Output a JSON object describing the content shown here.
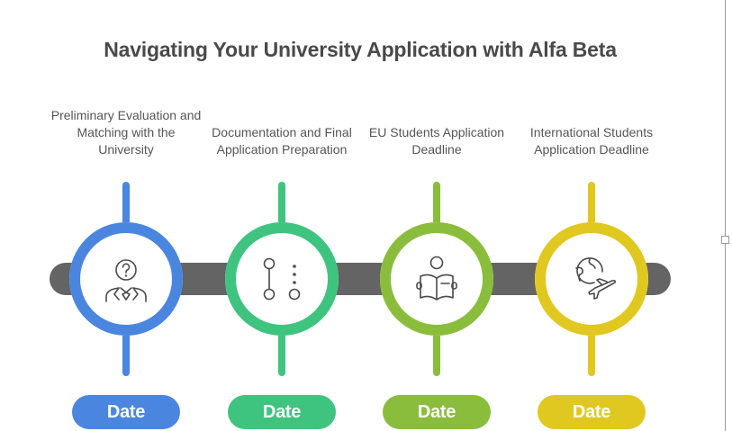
{
  "title": "Navigating Your University Application with Alfa Beta",
  "colors": {
    "bar": "#646464",
    "icon_stroke": "#4a4a4a",
    "step1": "#4a86e0",
    "step2": "#3fc480",
    "step3": "#8bbd3c",
    "step4": "#e0c820"
  },
  "steps": [
    {
      "label": "Preliminary Evaluation and Matching with the University",
      "icon": "person-question-icon",
      "date_label": "Date",
      "color": "#4a86e0"
    },
    {
      "label": "Documentation and Final Application Preparation",
      "icon": "process-steps-icon",
      "date_label": "Date",
      "color": "#3fc480"
    },
    {
      "label": "EU Students Application Deadline",
      "icon": "student-reading-icon",
      "date_label": "Date",
      "color": "#8bbd3c"
    },
    {
      "label": "International Students Application Deadline",
      "icon": "globe-airplane-icon",
      "date_label": "Date",
      "color": "#e0c820"
    }
  ]
}
